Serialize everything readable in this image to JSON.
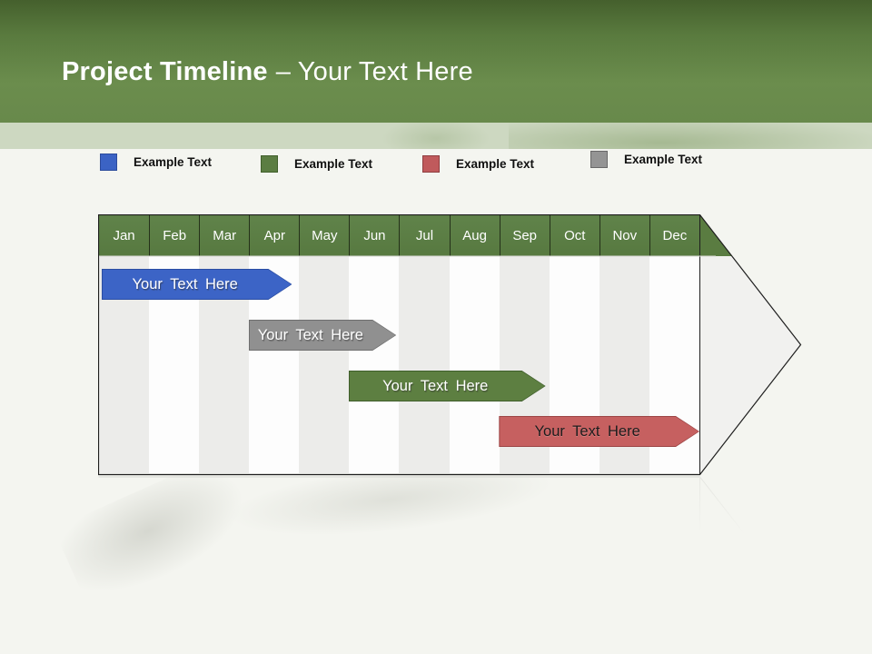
{
  "slide": {
    "title_bold": "Project Timeline",
    "title_rest": "– Your Text Here"
  },
  "colors": {
    "band_green_dark": "#45602d",
    "band_green_light": "#6b8d4d",
    "sub_band": "#cdd8c1",
    "slide_background": "#f4f5f0",
    "header_green": "#5a7c41",
    "column_gray": "#ececea",
    "column_white": "#fdfdfd",
    "arrow_body_fill": "#f1f1ef",
    "outline_black": "#1e1e1e"
  },
  "legend": {
    "items": [
      {
        "label": "Example Text",
        "color": "#3b63c4",
        "border": "#2c4c9c"
      },
      {
        "label": "Example Text",
        "color": "#5b7d42",
        "border": "#41602c"
      },
      {
        "label": "Example Text",
        "color": "#c05a5c",
        "border": "#8f3e40"
      },
      {
        "label": "Example Text",
        "color": "#949494",
        "border": "#696969"
      }
    ]
  },
  "chart_data": {
    "type": "gantt-timeline",
    "title": "",
    "months": [
      "Jan",
      "Feb",
      "Mar",
      "Apr",
      "May",
      "Jun",
      "Jul",
      "Aug",
      "Sep",
      "Oct",
      "Nov",
      "Dec"
    ],
    "axis_note": "12 month columns inside a large right-pointing arrow shape",
    "series": [
      {
        "label": "Your Text Here",
        "start_month": 0.07,
        "end_month": 3.87,
        "color": "#3c64c6",
        "border": "#2b4ea3",
        "text": "light"
      },
      {
        "label": "Your Text Here",
        "start_month": 3.0,
        "end_month": 5.95,
        "color": "#909090",
        "border": "#6f6f6f",
        "text": "light"
      },
      {
        "label": "Your Text Here",
        "start_month": 5.0,
        "end_month": 8.93,
        "color": "#5d7f41",
        "border": "#3f5e2b",
        "text": "light"
      },
      {
        "label": "Your Text Here",
        "start_month": 8.0,
        "end_month": 12.0,
        "color": "#c66060",
        "border": "#9c4545",
        "text": "dark"
      }
    ]
  }
}
